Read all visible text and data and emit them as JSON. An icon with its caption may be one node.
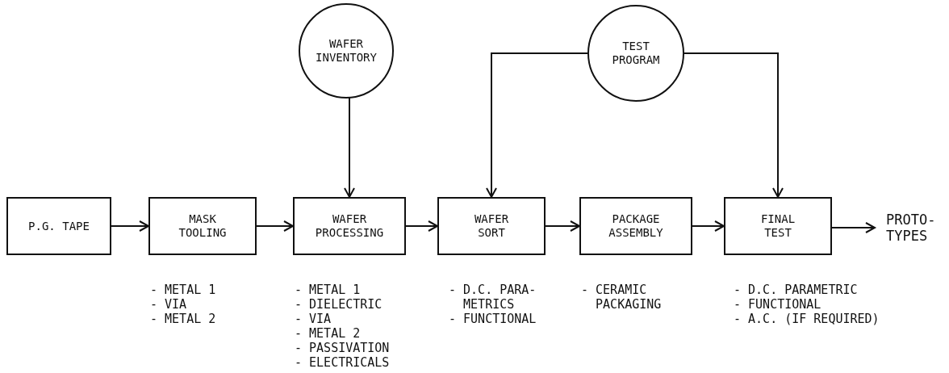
{
  "diagram": {
    "nodes": [
      {
        "text": [
          "P.G. TAPE"
        ]
      },
      {
        "text": [
          "MASK TOOLING"
        ],
        "beside": [
          "- METAL 1",
          "- VIA",
          "- METAL 2"
        ]
      },
      {
        "text": [
          "WAFER PROCESSING"
        ],
        "beside": [
          "- METAL 1",
          "- DIELECTRIC",
          "- VIA",
          "- METAL 2",
          "- PASSIVATION",
          "- ELECTRICALS"
        ]
      },
      {
        "text": [
          "WAFER SORT"
        ],
        "beside": [
          "- D.C. PARA- METRICS",
          "- FUNCTIONAL"
        ]
      },
      {
        "text": [
          "PACKAGE ASSEMBLY"
        ],
        "beside": [
          "- CERAMIC PACKAGING"
        ]
      },
      {
        "text": [
          "FINAL TEST"
        ],
        "beside": [
          "- D.C. PARAMETRIC",
          "- FUNCTIONAL",
          "- A.C. (IF REQUIRED)"
        ]
      },
      {
        "text": [
          "WAFER INVENTORY"
        ]
      },
      {
        "text": [
          "TEST PROGRAM"
        ]
      },
      {
        "text": [
          "PROTO- TYPES"
        ]
      }
    ],
    "edges": [
      {
        "from": 0,
        "to": 1,
        "arrow": "to"
      },
      {
        "from": 1,
        "to": 2,
        "arrow": "to"
      },
      {
        "from": 2,
        "to": 3,
        "arrow": "to"
      },
      {
        "from": 3,
        "to": 4,
        "arrow": "to"
      },
      {
        "from": 4,
        "to": 5,
        "arrow": "to"
      },
      {
        "from": 5,
        "to": 8,
        "arrow": "to"
      },
      {
        "from": 6,
        "to": 2,
        "arrow": "to"
      },
      {
        "from": 7,
        "to": 3,
        "arrow": "to"
      },
      {
        "from": 7,
        "to": 5,
        "arrow": "to"
      }
    ]
  }
}
